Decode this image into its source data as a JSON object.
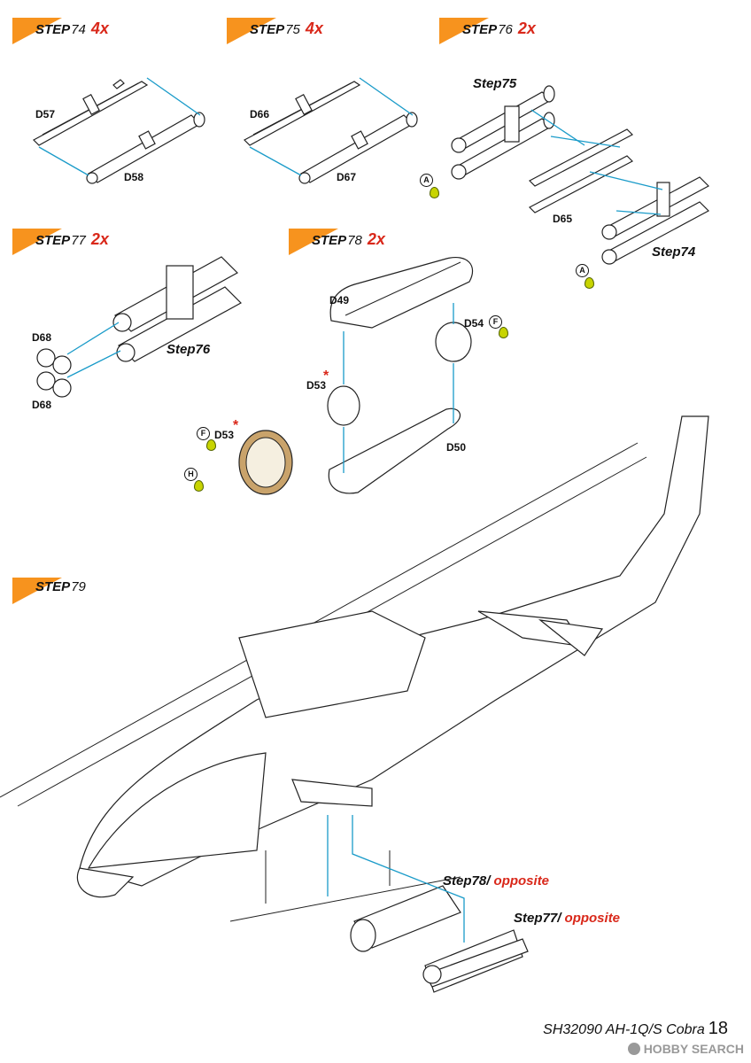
{
  "steps": {
    "s74": {
      "label": "STEP",
      "num": "74",
      "mult": "4x"
    },
    "s75": {
      "label": "STEP",
      "num": "75",
      "mult": "4x"
    },
    "s76": {
      "label": "STEP",
      "num": "76",
      "mult": "2x"
    },
    "s77": {
      "label": "STEP",
      "num": "77",
      "mult": "2x"
    },
    "s78": {
      "label": "STEP",
      "num": "78",
      "mult": "2x"
    },
    "s79": {
      "label": "STEP",
      "num": "79"
    }
  },
  "parts": {
    "d57": "D57",
    "d58": "D58",
    "d66": "D66",
    "d67": "D67",
    "d65": "D65",
    "d68a": "D68",
    "d68b": "D68",
    "d49": "D49",
    "d54": "D54",
    "d53a": "D53",
    "d53b": "D53",
    "d50": "D50"
  },
  "refs": {
    "step75": "Step75",
    "step74": "Step74",
    "step76": "Step76",
    "step78": "Step78/",
    "step77": "Step77/",
    "opposite": "opposite"
  },
  "marks": {
    "asterisk": "*"
  },
  "paint_codes": {
    "a": "A",
    "f": "F",
    "h": "H"
  },
  "colors": {
    "accent_orange": "#f7931e",
    "red": "#d9281a",
    "arrow_blue": "#1a9bc9",
    "paint_yellow": "#c8d400"
  },
  "footer": {
    "title": "SH32090 AH-1Q/S Cobra",
    "page": "18"
  },
  "watermark": {
    "text": "HOBBY SEARCH"
  }
}
